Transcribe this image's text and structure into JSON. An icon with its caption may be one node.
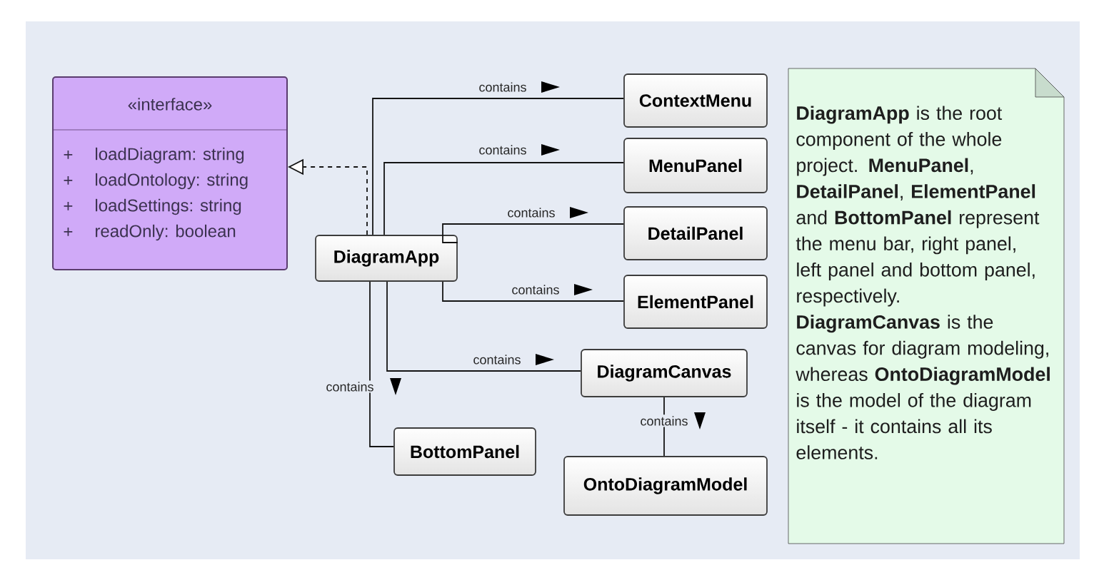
{
  "diagram": {
    "nodes": [
      {
        "text": [
          "«interface»",
          "+",
          "loadDiagram: string",
          "+",
          "loadOntology: string",
          "+",
          "loadSettings: string",
          "+",
          "readOnly: boolean"
        ]
      },
      {
        "text": [
          "DiagramApp"
        ]
      },
      {
        "text": [
          "ContextMenu"
        ]
      },
      {
        "text": [
          "MenuPanel"
        ]
      },
      {
        "text": [
          "DetailPanel"
        ]
      },
      {
        "text": [
          "ElementPanel"
        ]
      },
      {
        "text": [
          "DiagramCanvas"
        ]
      },
      {
        "text": [
          "BottomPanel"
        ]
      },
      {
        "text": [
          "OntoDiagramModel"
        ]
      },
      {
        "text": [
          "**DiagramApp** is the root component of the whole project. **MenuPanel**, **DetailPanel**, **ElementPanel** and **BottomPanel** represent the menu bar, right panel, left panel and bottom panel, respectively.",
          "**DiagramCanvas** is the canvas for diagram modeling, whereas **OntoDiagramModel** is the model of the diagram itself - it contains all its elements."
        ]
      }
    ],
    "edges": [
      {
        "from": 1,
        "to": 0,
        "arrow": "to",
        "style": "dashed"
      },
      {
        "from": 1,
        "to": 2,
        "arrow": "none",
        "label": "contains"
      },
      {
        "from": 1,
        "to": 3,
        "arrow": "none",
        "label": "contains"
      },
      {
        "from": 1,
        "to": 4,
        "arrow": "none",
        "label": "contains"
      },
      {
        "from": 1,
        "to": 5,
        "arrow": "none",
        "label": "contains"
      },
      {
        "from": 1,
        "to": 6,
        "arrow": "none",
        "label": "contains"
      },
      {
        "from": 1,
        "to": 7,
        "arrow": "none",
        "label": "contains"
      },
      {
        "from": 6,
        "to": 8,
        "arrow": "none",
        "label": "contains"
      }
    ]
  }
}
